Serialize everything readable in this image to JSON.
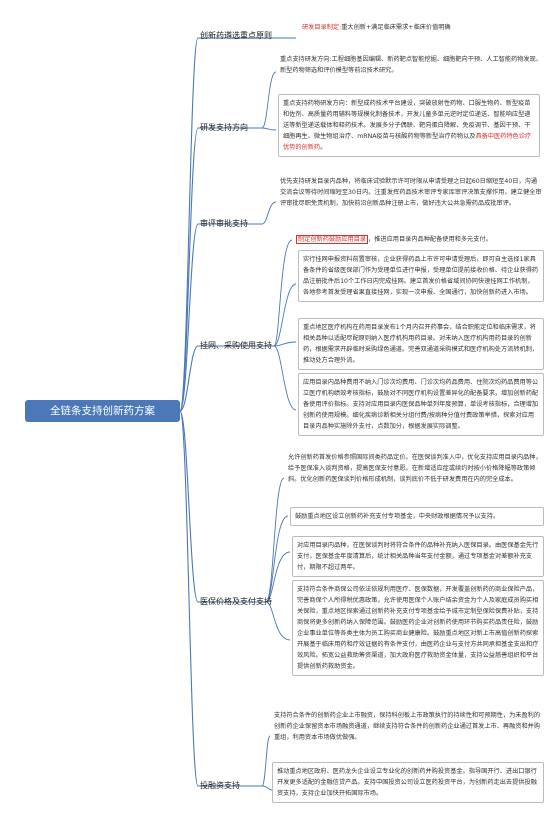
{
  "root": "全链条支持创新药方案",
  "branches": [
    {
      "label": "创新药遴选重点原则"
    },
    {
      "label": "研发支持方向"
    },
    {
      "label": "审评审批支持"
    },
    {
      "label": "挂网、采购使用支持"
    },
    {
      "label": "医保价格及支付支持"
    },
    {
      "label": "投融资支持"
    }
  ],
  "leaves": {
    "principle_head": "研发目录制定:",
    "principle_tail": "重大创新+满足临床需求+临床价值明确",
    "rd1": "重点支持研发方向:工程细胞基因编辑、新药靶点智能挖掘、细胞靶向干预、人工智能药物发现、新型药物筛选和评价模型等前沿技术研究。",
    "rd2_a": "重点支持药物研发方向：新型成药技术平台建设，突破放射性药物、口服生物药、新型疫苗和佐剂、高质量药用辅料等规模化制备技术，开发儿童多单元逆时定位递送、智能响应型递送等新型递送载体和释药技术。发展多分子偶联、靶向蛋白降解、免疫调节、基因干预、干细胞再生、微生物组治疗、mRNA疫苗与核酸药物等新型治疗药物以及",
    "rd2_b": "具备中医药特色诊疗优势的创新药",
    "rd2_c": "。",
    "review": "优先支持研发目录内品种，将临床试验默示许可时限从申请受理之日起60日缩短至40日，沟通交流会议等待时间缩短至30日内。注重发挥药品技术审评专家库审评决策支撑作用，建立健全审评审批尽职免责机制，加快前沿创新品种注册上市，做好违大公共急需药品成批审评。",
    "list_a": "制定创新药鼓励应用目录",
    "list_b": "，推进应用目录内品种配备使用和多元支付。",
    "list1": "实行挂网申报资料前置审核，企业获得药品上市许可申请受理后，即可自主选择1家具备条件的省级医保部门作为受理单位进行申报，受理单位提前接收价格、待企业获得药品注册批件后10个工作日内完成挂网。建立首发价格省域间协同快速挂网工作机制，各地参考首发受理省果直接挂网，实现一次申报、全国通行，加快创新药进入市场。",
    "list2": "重点地区医疗机构在药用目录发布1个月内召开药事会，结合职能定位和临床需求，将相关品种以适配尽配原则纳入医疗机构用药目录。对未纳入医疗机构用药目录的创新药，根据需求开辟临时采购绿色通道。完善双通道采购模式和医疗机构处方流转机制，推动处方合理外流。",
    "list3": "应用目录内品种费用不纳入门诊次均费用、门诊次均药品费用、住院次均药品费用等公立医疗机构绩效考核指标，鼓励对不同医疗机构设置差异化的配备要求，增加创新药配备使用评价指标。支持对应用目录内医保品种单列年度预算，单设考核指标，合理增加创新药使用规模。细化疾病诊断相关分组付费/按病种分值付费政策举措，探索对应用目录内品种实施除外支付，点数加分，根据发展实际调整。",
    "med1": "允许创新药首发价格参照国际间类药品定价。在医保谈判准入中，优化支持应用目录内品种，给予医保准入谈判资格，提高医保支付意愿。在新增适应症或续约时按小价格降幅等政策倾斜。优化创新药医保谈判价格形成机制，谈判底价不低于研发费用在内的完全成本。",
    "med2": "鼓励重点地区设立创新药补充支付专项基金，中央财政根据情况予以支持。",
    "med3": "对应用目录内品种，在医保谈判时将符合条件的品种补充纳入医保目录。由医保基金先行支付，医保基金年度清算后，统计相关品种当年支付金额，通过专项基金对差额补充支付，期限不超过两年。",
    "med4": "支持符合条件商保公司依法依规利用医疗、医保数据，开发覆盖创新药的商业保险产品，完善商保个人所得税优惠政策，允许使用医保个人账户结余资金为个人及家庭成员购买相关保险，重点地区探索通过创新药补充支付专项基金给予城市定制型保险保费补贴，支持商保将更多创新药纳入保障范围。鼓励医药企业对创新药使用环节购买药品责任险，鼓励企业事业单位等各类主体为员工购买商业健康险。鼓励重点地区对新上市高值创新药探索开展基于临床用药和疗效证据的有条件支付，由医药企业与支付方共同承担基金支出和疗效风险。拓宽公益救助筹资渠道，加大政府医疗救助资金体量，支持公益慈善组织和平台提供创新药救助资金。",
    "inv1": "支持符合条件的创新药企业上市融资，保持科创板上市政策执行的持续性和可预期性，为未盈利的创新药企业保留资本市场融资通道，继续支持符合条件的创新药企业通过首发上市、再融资和并购重组，利用资本市场做优做强。",
    "inv2": "推动重点地区政府、医药龙头企业设立专业化的创新药并购投资基金。指导国开行、进出口银行开发更多适配的金融信贷产品。支持中国投资公司设立医药投资平台，为创新药走出去提供投融资支持，支持企业加快开拓国际市场。"
  }
}
